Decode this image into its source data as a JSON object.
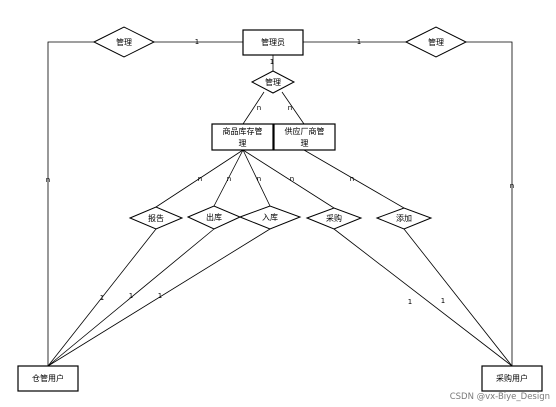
{
  "entities": [
    {
      "id": "admin",
      "label": "管理员"
    },
    {
      "id": "inventory_mgmt",
      "label_lines": [
        "商品库存管",
        "理"
      ]
    },
    {
      "id": "supplier_mgmt",
      "label_lines": [
        "供应厂商管",
        "理"
      ]
    },
    {
      "id": "warehouse_user",
      "label": "仓管用户"
    },
    {
      "id": "purchase_user",
      "label": "采购用户"
    }
  ],
  "relationships": [
    {
      "id": "rel_manage_left",
      "label": "管理"
    },
    {
      "id": "rel_manage_right",
      "label": "管理"
    },
    {
      "id": "rel_manage_center",
      "label": "管理"
    },
    {
      "id": "rel_report",
      "label": "报告"
    },
    {
      "id": "rel_outbound",
      "label": "出库"
    },
    {
      "id": "rel_inbound",
      "label": "入库"
    },
    {
      "id": "rel_purchase",
      "label": "采购"
    },
    {
      "id": "rel_add",
      "label": "添加"
    }
  ],
  "cardinalities": {
    "admin_left": "1",
    "admin_right": "1",
    "admin_center": "1",
    "left_warehouse": "n",
    "right_purchase": "n",
    "center_inventory": "n",
    "center_supplier": "n",
    "inventory_report": "n",
    "inventory_outbound": "n",
    "inventory_inbound": "n",
    "inventory_purchase": "n",
    "supplier_add": "n",
    "report_warehouse": "1",
    "outbound_warehouse": "1",
    "inbound_warehouse": "1",
    "purchase_purchaser": "1",
    "add_purchaser": "1"
  },
  "watermark": "CSDN @vx-Biye_Design"
}
